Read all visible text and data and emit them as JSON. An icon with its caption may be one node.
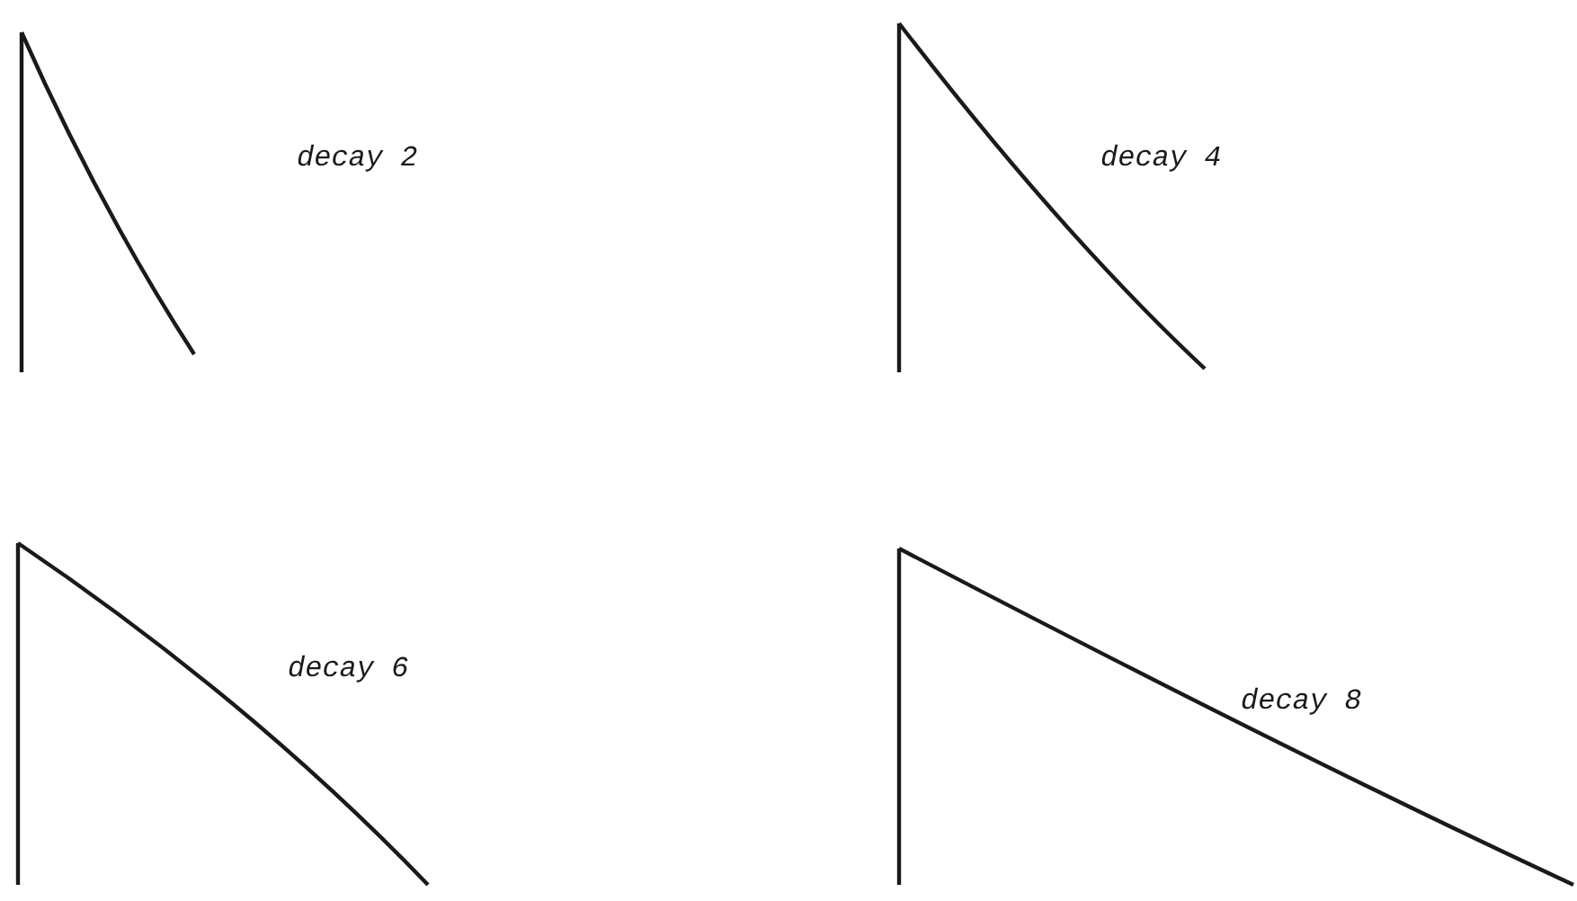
{
  "diagram": {
    "labels": [
      "decay 2",
      "decay 4",
      "decay 6",
      "decay 8"
    ]
  }
}
